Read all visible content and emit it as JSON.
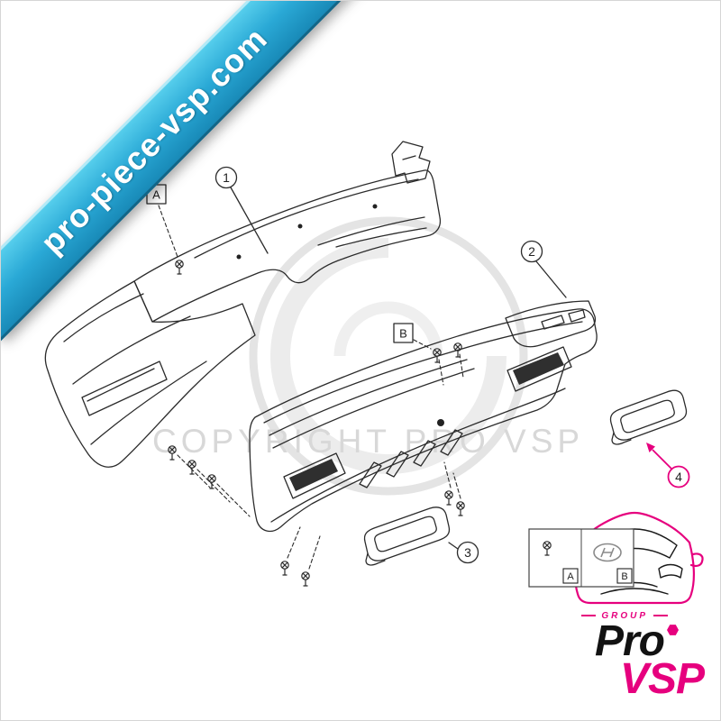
{
  "ribbon": {
    "text": "pro-piece-vsp.com"
  },
  "watermark": {
    "text": "COPYRIGHT PRO VSP"
  },
  "diagram": {
    "callouts": [
      {
        "label": "1",
        "color": "#222222"
      },
      {
        "label": "2",
        "color": "#222222"
      },
      {
        "label": "3",
        "color": "#222222"
      },
      {
        "label": "4",
        "color": "#e6007e"
      },
      {
        "label": "A",
        "color": "#222222"
      },
      {
        "label": "B",
        "color": "#222222"
      }
    ],
    "legend": {
      "items": [
        {
          "label": "A"
        },
        {
          "label": "B"
        }
      ]
    }
  },
  "brand": {
    "group": "GROUP",
    "pro": "Pro",
    "vsp": "VSP"
  },
  "colors": {
    "accent": "#e6007e",
    "ribbon_top": "#5ad1ee",
    "ribbon_bottom": "#1787b5",
    "line": "#2b2b2b",
    "watermark": "#d8d8d8"
  }
}
